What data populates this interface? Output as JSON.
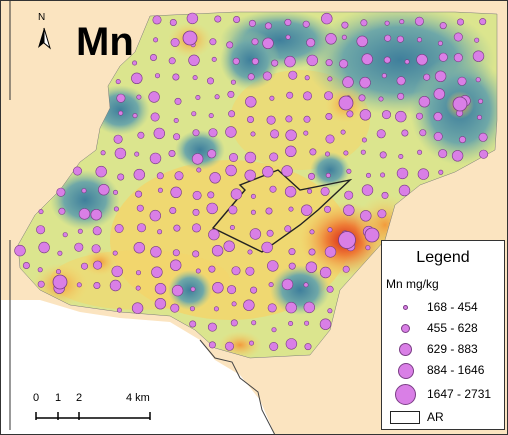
{
  "title": "Mn",
  "north_label": "N",
  "legend": {
    "title": "Legend",
    "subtitle": "Mn mg/kg",
    "classes": [
      {
        "label": "168 - 454"
      },
      {
        "label": "455 - 628"
      },
      {
        "label": "629 - 883"
      },
      {
        "label": "884 - 1646"
      },
      {
        "label": "1647 - 2731"
      }
    ],
    "ar_label": "AR"
  },
  "scale_bar": {
    "ticks": [
      "0",
      "1",
      "2",
      "4 km"
    ]
  },
  "colors": {
    "background": "#fbe4c0",
    "land_low": "#4a8fa6",
    "land_mid": "#d9e48c",
    "land_high": "#f2b14a",
    "land_peak": "#e03c1a",
    "sample_point": "#d97fe6"
  }
}
